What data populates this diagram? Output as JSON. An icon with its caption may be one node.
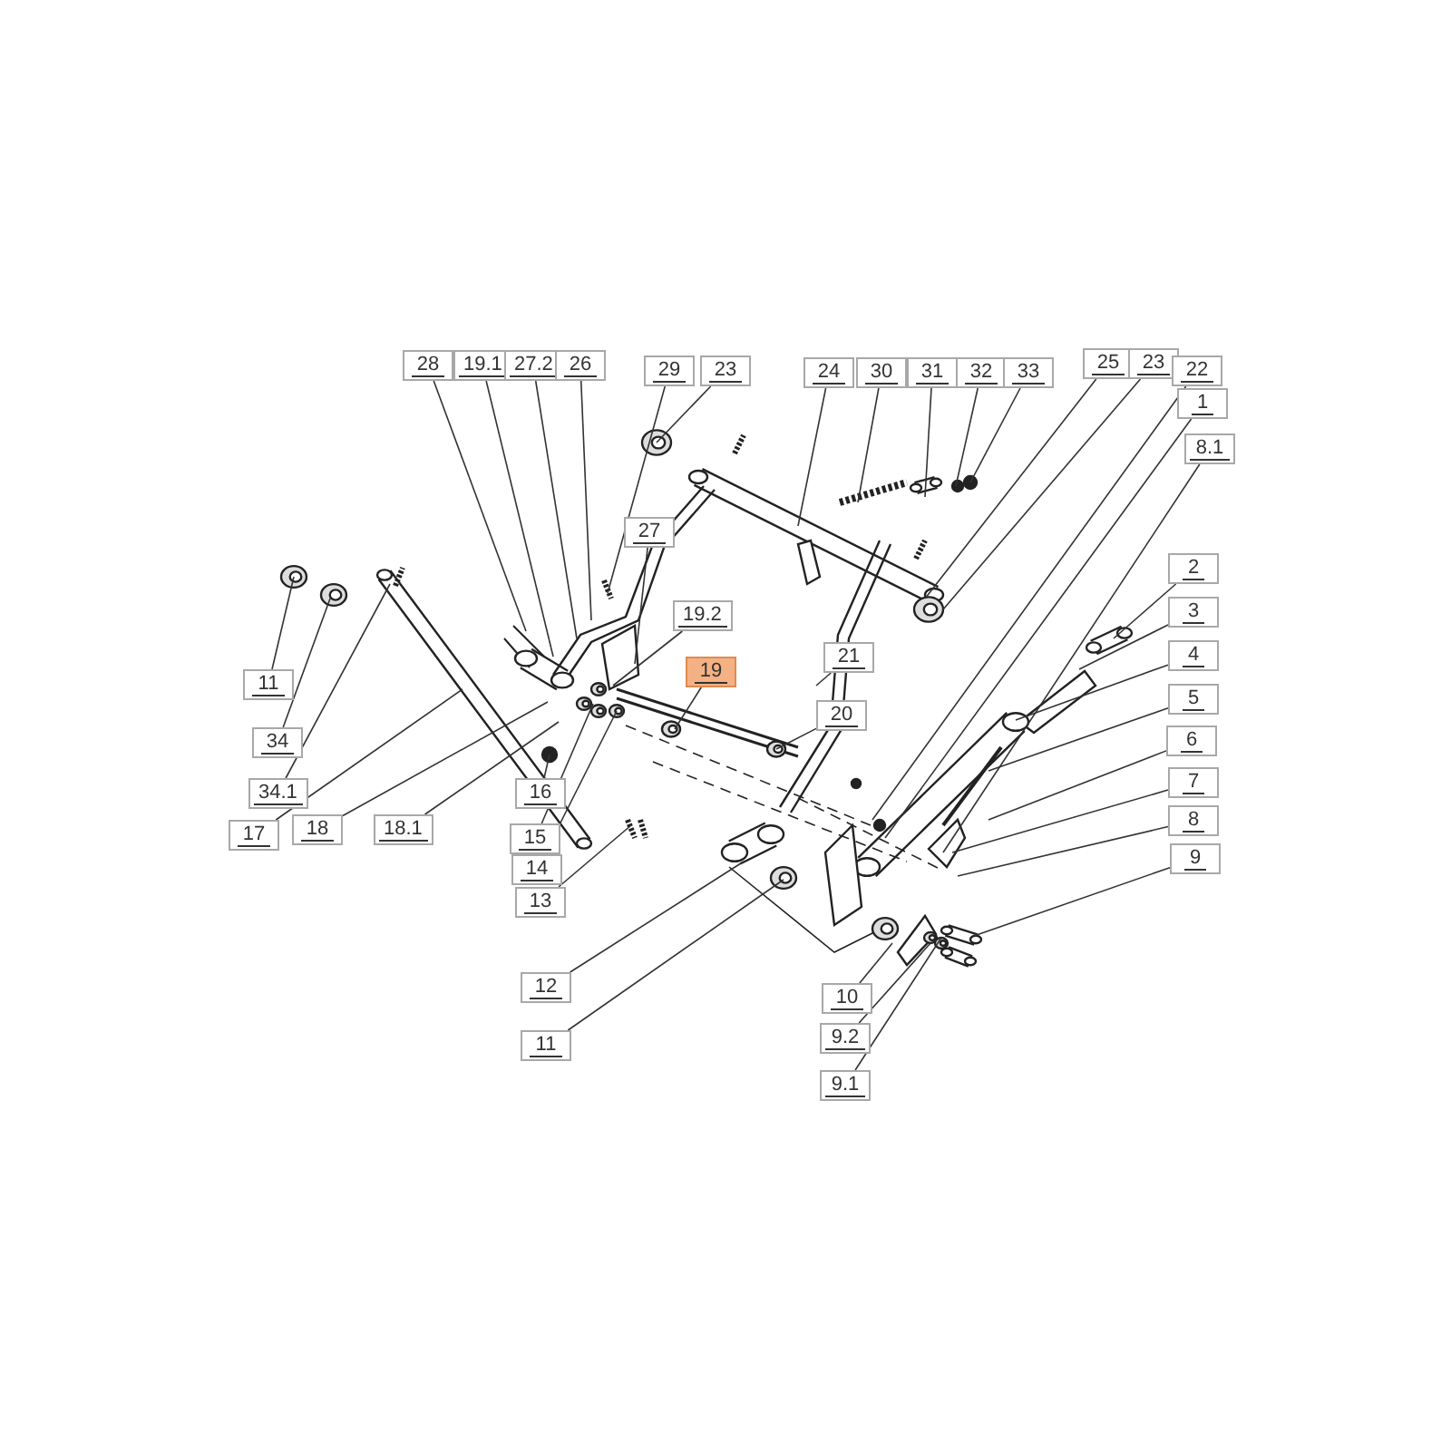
{
  "diagram": {
    "nodes": [
      {
        "text": [
          "28"
        ]
      },
      {
        "text": [
          "19.1"
        ]
      },
      {
        "text": [
          "27.2"
        ]
      },
      {
        "text": [
          "26"
        ]
      },
      {
        "text": [
          "29"
        ]
      },
      {
        "text": [
          "23"
        ]
      },
      {
        "text": [
          "24"
        ]
      },
      {
        "text": [
          "30"
        ]
      },
      {
        "text": [
          "31"
        ]
      },
      {
        "text": [
          "32"
        ]
      },
      {
        "text": [
          "33"
        ]
      },
      {
        "text": [
          "25"
        ]
      },
      {
        "text": [
          "23"
        ]
      },
      {
        "text": [
          "22"
        ]
      },
      {
        "text": [
          "1"
        ]
      },
      {
        "text": [
          "8.1"
        ]
      },
      {
        "text": [
          "27"
        ]
      },
      {
        "text": [
          "19.2"
        ]
      },
      {
        "text": [
          "19"
        ]
      },
      {
        "text": [
          "11"
        ]
      },
      {
        "text": [
          "21"
        ]
      },
      {
        "text": [
          "2"
        ]
      },
      {
        "text": [
          "3"
        ]
      },
      {
        "text": [
          "20"
        ]
      },
      {
        "text": [
          "4"
        ]
      },
      {
        "text": [
          "5"
        ]
      },
      {
        "text": [
          "6"
        ]
      },
      {
        "text": [
          "34"
        ]
      },
      {
        "text": [
          "7"
        ]
      },
      {
        "text": [
          "34.1"
        ]
      },
      {
        "text": [
          "16"
        ]
      },
      {
        "text": [
          "8"
        ]
      },
      {
        "text": [
          "17"
        ]
      },
      {
        "text": [
          "18"
        ]
      },
      {
        "text": [
          "18.1"
        ]
      },
      {
        "text": [
          "15"
        ]
      },
      {
        "text": [
          "9"
        ]
      },
      {
        "text": [
          "14"
        ]
      },
      {
        "text": [
          "13"
        ]
      },
      {
        "text": [
          "12"
        ]
      },
      {
        "text": [
          "10"
        ]
      },
      {
        "text": [
          "9.2"
        ]
      },
      {
        "text": [
          "11"
        ]
      },
      {
        "text": [
          "9.1"
        ]
      }
    ],
    "edges": [
      {
        "from": 0,
        "to": null,
        "arrow": "none"
      },
      {
        "from": 1,
        "to": null,
        "arrow": "none"
      },
      {
        "from": 2,
        "to": null,
        "arrow": "none"
      },
      {
        "from": 3,
        "to": null,
        "arrow": "none"
      },
      {
        "from": 4,
        "to": null,
        "arrow": "none"
      },
      {
        "from": 5,
        "to": null,
        "arrow": "none"
      },
      {
        "from": 6,
        "to": null,
        "arrow": "none"
      },
      {
        "from": 7,
        "to": null,
        "arrow": "none"
      },
      {
        "from": 8,
        "to": null,
        "arrow": "none"
      },
      {
        "from": 9,
        "to": null,
        "arrow": "none"
      },
      {
        "from": 10,
        "to": null,
        "arrow": "none"
      },
      {
        "from": 11,
        "to": null,
        "arrow": "none"
      },
      {
        "from": 12,
        "to": null,
        "arrow": "none"
      },
      {
        "from": 13,
        "to": null,
        "arrow": "none"
      },
      {
        "from": 14,
        "to": null,
        "arrow": "none"
      },
      {
        "from": 15,
        "to": null,
        "arrow": "none"
      },
      {
        "from": 16,
        "to": null,
        "arrow": "none"
      },
      {
        "from": 17,
        "to": null,
        "arrow": "none"
      },
      {
        "from": 18,
        "to": null,
        "arrow": "none"
      },
      {
        "from": 19,
        "to": null,
        "arrow": "none"
      },
      {
        "from": 20,
        "to": null,
        "arrow": "none"
      },
      {
        "from": 21,
        "to": null,
        "arrow": "none"
      },
      {
        "from": 22,
        "to": null,
        "arrow": "none"
      },
      {
        "from": 23,
        "to": null,
        "arrow": "none"
      },
      {
        "from": 24,
        "to": null,
        "arrow": "none"
      },
      {
        "from": 25,
        "to": null,
        "arrow": "none"
      },
      {
        "from": 26,
        "to": null,
        "arrow": "none"
      },
      {
        "from": 27,
        "to": null,
        "arrow": "none"
      },
      {
        "from": 28,
        "to": null,
        "arrow": "none"
      },
      {
        "from": 29,
        "to": null,
        "arrow": "none"
      },
      {
        "from": 30,
        "to": null,
        "arrow": "none"
      },
      {
        "from": 31,
        "to": null,
        "arrow": "none"
      },
      {
        "from": 32,
        "to": null,
        "arrow": "none"
      },
      {
        "from": 33,
        "to": null,
        "arrow": "none"
      },
      {
        "from": 34,
        "to": null,
        "arrow": "none"
      },
      {
        "from": 35,
        "to": null,
        "arrow": "none"
      },
      {
        "from": 36,
        "to": null,
        "arrow": "none"
      },
      {
        "from": 37,
        "to": null,
        "arrow": "none"
      },
      {
        "from": 38,
        "to": null,
        "arrow": "none"
      },
      {
        "from": 39,
        "to": null,
        "arrow": "none"
      },
      {
        "from": 40,
        "to": null,
        "arrow": "none"
      },
      {
        "from": 41,
        "to": null,
        "arrow": "none"
      },
      {
        "from": 42,
        "to": null,
        "arrow": "none"
      },
      {
        "from": 43,
        "to": null,
        "arrow": "none"
      }
    ]
  }
}
